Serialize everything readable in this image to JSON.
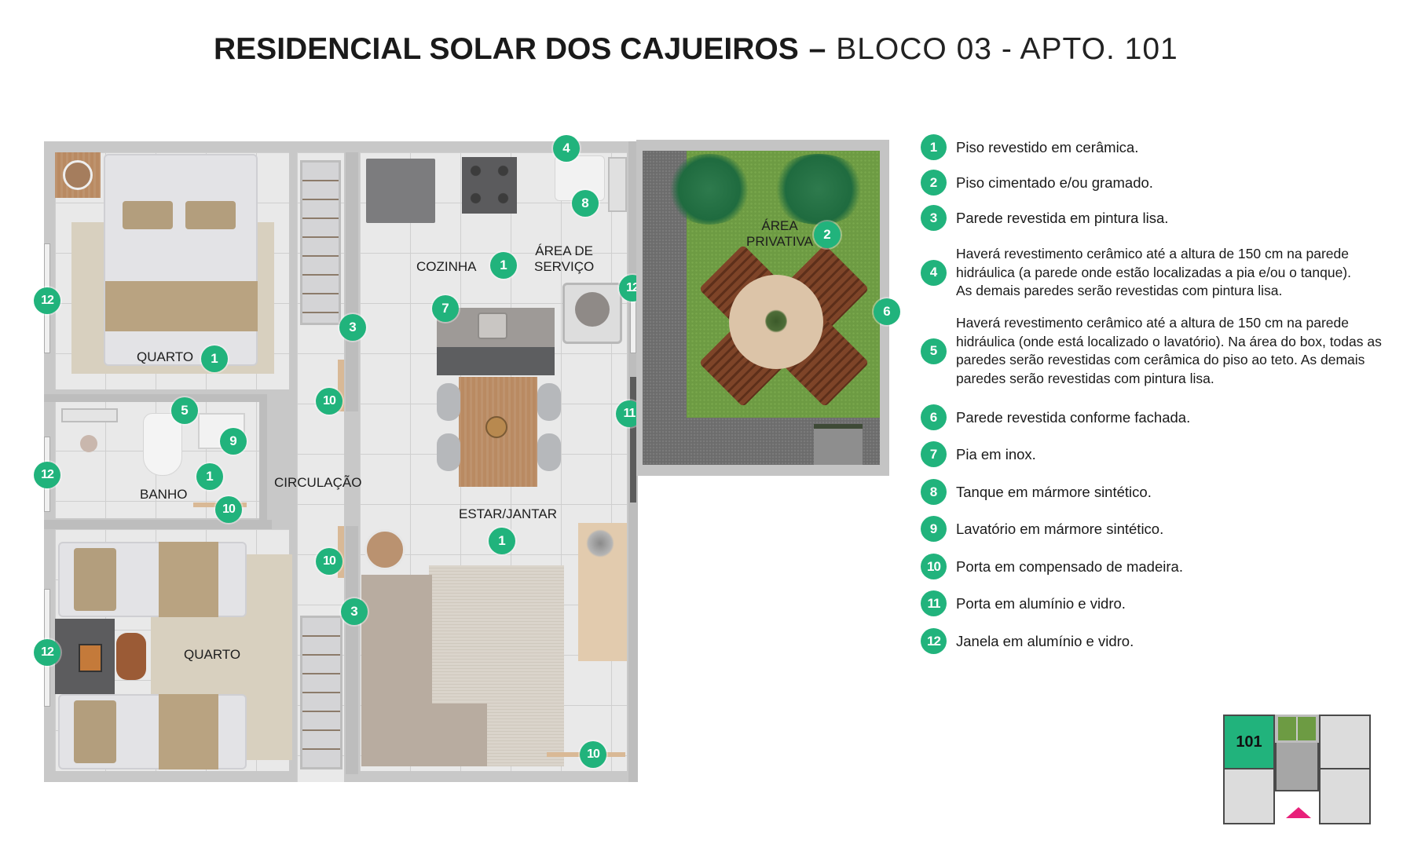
{
  "title": {
    "bold": "RESIDENCIAL SOLAR DOS CAJUEIROS",
    "separator": "–",
    "light": "BLOCO 03 - APTO.  101"
  },
  "colors": {
    "badge_green": "#21b37c",
    "key_highlight": "#21b37c",
    "key_arrow": "#e8207a",
    "grass": "#6d9b43",
    "wall": "#c8c8c8"
  },
  "plan": {
    "rooms": [
      {
        "id": "quarto_casal",
        "label": "QUARTO"
      },
      {
        "id": "banho",
        "label": "BANHO"
      },
      {
        "id": "circulacao",
        "label": "CIRCULAÇÃO"
      },
      {
        "id": "quarto_solteiro",
        "label": "QUARTO"
      },
      {
        "id": "cozinha",
        "label": "COZINHA"
      },
      {
        "id": "area_servico",
        "label": "ÁREA DE SERVIÇO",
        "line1": "ÁREA DE",
        "line2": "SERVIÇO"
      },
      {
        "id": "estar_jantar",
        "label": "ESTAR/JANTAR"
      },
      {
        "id": "area_privativa",
        "label": "ÁREA PRIVATIVA",
        "line1": "ÁREA",
        "line2": "PRIVATIVA"
      }
    ],
    "markers": [
      {
        "n": "12"
      },
      {
        "n": "1"
      },
      {
        "n": "3"
      },
      {
        "n": "10"
      },
      {
        "n": "5"
      },
      {
        "n": "9"
      },
      {
        "n": "1"
      },
      {
        "n": "12"
      },
      {
        "n": "10"
      },
      {
        "n": "10"
      },
      {
        "n": "3"
      },
      {
        "n": "12"
      },
      {
        "n": "4"
      },
      {
        "n": "8"
      },
      {
        "n": "1"
      },
      {
        "n": "7"
      },
      {
        "n": "12"
      },
      {
        "n": "11"
      },
      {
        "n": "1"
      },
      {
        "n": "10"
      },
      {
        "n": "2"
      },
      {
        "n": "6"
      }
    ]
  },
  "legend": [
    {
      "n": "1",
      "text": "Piso revestido em cerâmica."
    },
    {
      "n": "2",
      "text": "Piso cimentado e/ou gramado."
    },
    {
      "n": "3",
      "text": "Parede revestida em pintura lisa."
    },
    {
      "n": "4",
      "lines": [
        "Haverá revestimento cerâmico até a altura de 150 cm na parede",
        "hidráulica (a parede onde estão localizadas a pia e/ou o tanque).",
        "As demais paredes serão revestidas com pintura lisa."
      ]
    },
    {
      "n": "5",
      "lines": [
        "Haverá revestimento cerâmico até a altura de 150 cm na parede",
        "hidráulica (onde está localizado o lavatório). Na área do box, todas as",
        "paredes serão revestidas com cerâmica do piso ao teto. As demais",
        "paredes serão revestidas com pintura lisa."
      ]
    },
    {
      "n": "6",
      "text": "Parede revestida conforme fachada."
    },
    {
      "n": "7",
      "text": "Pia em inox."
    },
    {
      "n": "8",
      "text": "Tanque em mármore sintético."
    },
    {
      "n": "9",
      "text": "Lavatório em mármore sintético."
    },
    {
      "n": "10",
      "text": "Porta em compensado de madeira."
    },
    {
      "n": "11",
      "text": "Porta em alumínio e vidro."
    },
    {
      "n": "12",
      "text": "Janela em alumínio e vidro."
    }
  ],
  "key_plan": {
    "unit_label": "101"
  }
}
